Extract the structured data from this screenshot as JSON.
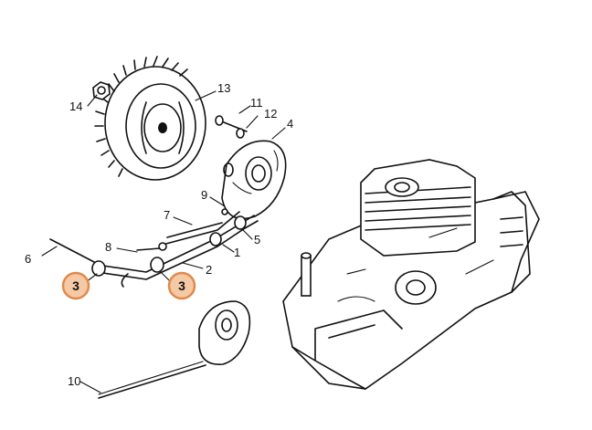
{
  "callouts": [
    {
      "id": "p1",
      "number": "1"
    },
    {
      "id": "p2",
      "number": "2"
    },
    {
      "id": "p4",
      "number": "4"
    },
    {
      "id": "p5",
      "number": "5"
    },
    {
      "id": "p6",
      "number": "6"
    },
    {
      "id": "p7",
      "number": "7"
    },
    {
      "id": "p8",
      "number": "8"
    },
    {
      "id": "p9",
      "number": "9"
    },
    {
      "id": "p10",
      "number": "10"
    },
    {
      "id": "p11",
      "number": "11"
    },
    {
      "id": "p12",
      "number": "12"
    },
    {
      "id": "p13",
      "number": "13"
    },
    {
      "id": "p14",
      "number": "14"
    }
  ],
  "highlighted": {
    "number": "3",
    "fill": "#f6c9a6",
    "stroke": "#e08a4a"
  },
  "colors": {
    "line": "#111111",
    "background": "#ffffff"
  }
}
